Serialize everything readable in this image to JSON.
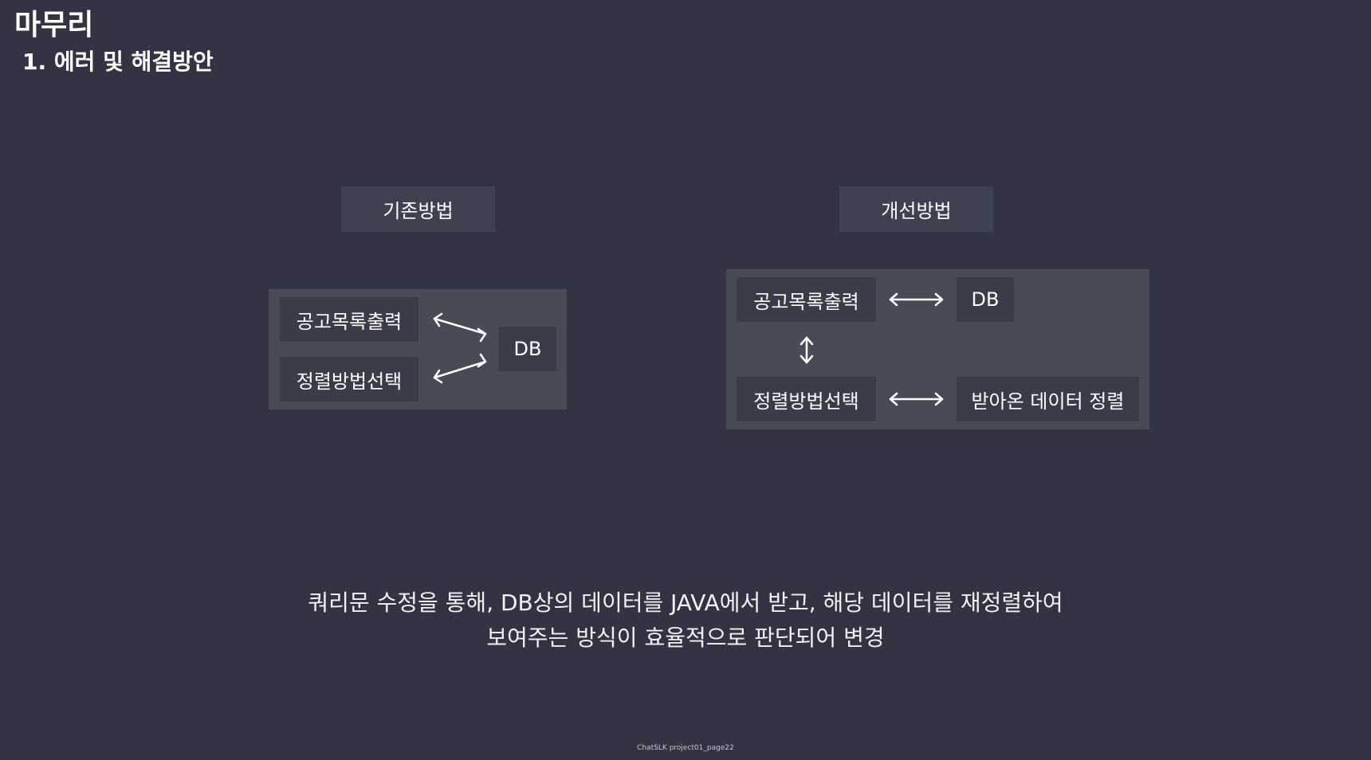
{
  "heading": {
    "title": "마무리",
    "subtitle": "1.  에러 및 해결방안"
  },
  "old_method": {
    "header": "기존방법",
    "boxes": {
      "list_output": "공고목록출력",
      "sort_select": "정렬방법선택",
      "db": "DB"
    }
  },
  "new_method": {
    "header": "개선방법",
    "boxes": {
      "list_output": "공고목록출력",
      "db": "DB",
      "sort_select": "정렬방법선택",
      "sorted_data": "받아온 데이터 정렬"
    }
  },
  "summary": {
    "line1": "쿼리문 수정을 통해, DB상의 데이터를 JAVA에서 받고, 해당 데이터를 재정렬하여",
    "line2": "보여주는 방식이 효율적으로 판단되어 변경"
  },
  "footer": "ChatSLK project01_page22"
}
